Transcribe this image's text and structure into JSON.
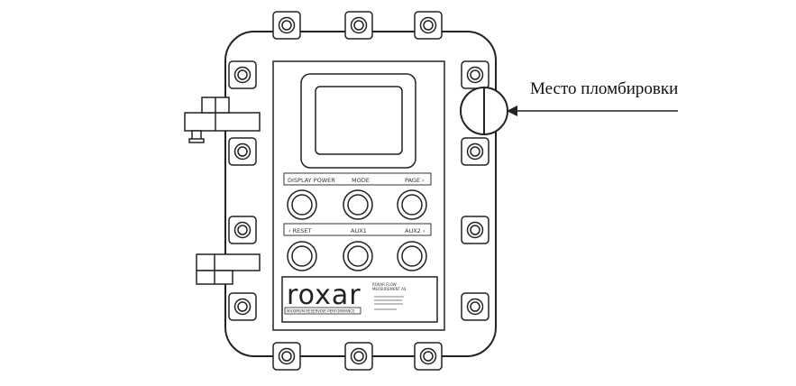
{
  "callout": {
    "label": "Место пломбировки"
  },
  "keypad": {
    "row1": [
      "DISPLAY POWER",
      "MODE",
      "PAGE ›"
    ],
    "row2": [
      "‹ RESET",
      "AUX1",
      "AUX2 ›"
    ]
  },
  "brand": {
    "logo": "roxar",
    "tagline": "MAXIMUM RESERVOIR PERFORMANCE",
    "product_lines": [
      "ROXAR FLOW",
      "MEASUREMENT AS"
    ],
    "info_lines": [
      "",
      "",
      ""
    ]
  }
}
